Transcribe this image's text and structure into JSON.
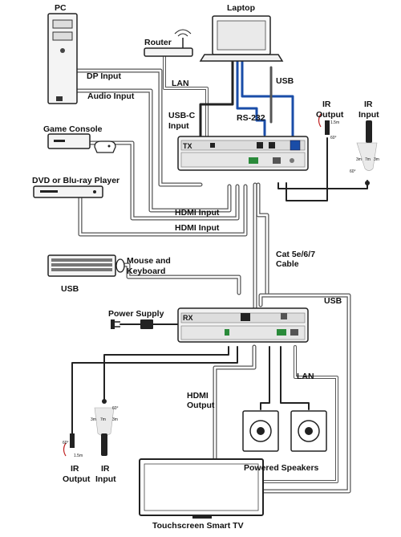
{
  "devices": {
    "pc": "PC",
    "laptop": "Laptop",
    "router": "Router",
    "game_console": "Game Console",
    "dvd_player": "DVD or Blu-ray Player",
    "mouse_keyboard": [
      "Mouse and",
      "Keyboard"
    ],
    "power_supply": "Power Supply",
    "tv": "Touchscreen Smart TV",
    "speakers": "Powered Speakers"
  },
  "units": {
    "tx": "TX",
    "rx": "RX"
  },
  "connections": {
    "dp_input": "DP Input",
    "audio_input": "Audio Input",
    "lan_top": "LAN",
    "usb_c_input": [
      "USB-C",
      "Input"
    ],
    "rs232": "RS-232",
    "usb_top": "USB",
    "hdmi_input_1": "HDMI Input",
    "hdmi_input_2": "HDMI Input",
    "cat_cable": [
      "Cat 5e/6/7",
      "Cable"
    ],
    "usb_left": "USB",
    "usb_right": "USB",
    "lan_bottom": "LAN",
    "hdmi_output": [
      "HDMI",
      "Output"
    ]
  },
  "ir": {
    "ir_output": [
      "IR",
      "Output"
    ],
    "ir_input": [
      "IR",
      "Input"
    ],
    "range_a": "1.5m",
    "range_b": "60°",
    "range_c": "3m",
    "range_d": "7m"
  }
}
